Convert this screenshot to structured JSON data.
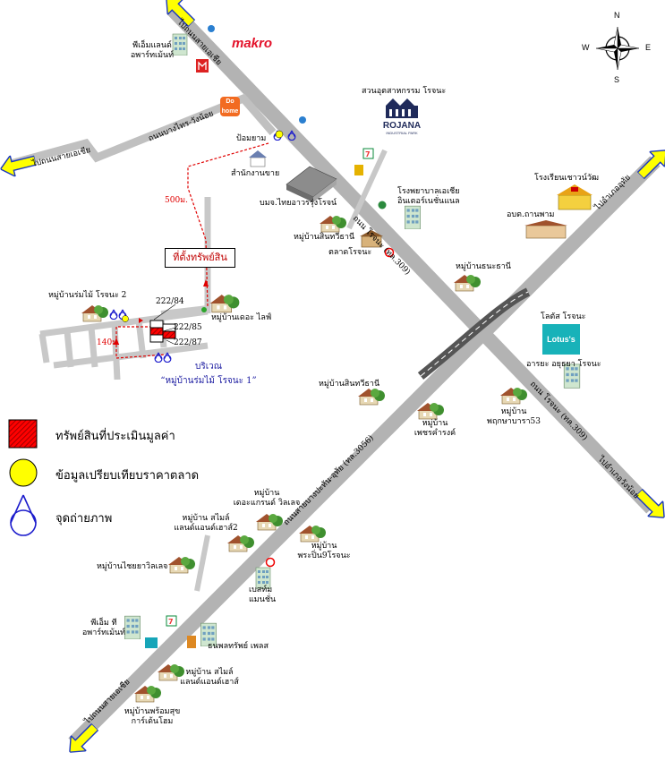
{
  "compass": {
    "n": "N",
    "s": "S",
    "e": "E",
    "w": "W"
  },
  "logos": {
    "makro": "makro",
    "dohome": "Do home",
    "rojana_name": "ROJANA",
    "rojana_sub": "INDUSTRIAL PARK",
    "lotus": "Lotus's"
  },
  "roads": {
    "rojana_upper": "ถนน โรจนะ (ทล.309)",
    "rojana_lower": "ถนน โรจนะ (ทล.309)",
    "bangpahan": "ถนนสายบางปะหัน-อุทัย (ทล.3056)",
    "ratchaphruek": "ถนนบางไทร-วังน้อย",
    "to_sena_top": "ไปถนนสายเอเชีย",
    "to_asia_left": "ไปถนนสายเอเชีย",
    "to_uthai": "ไปอำเภออุทัย",
    "to_wangnoi": "ไปอำเภอวังน้อย",
    "to_asia_bottom": "ไปถนนสายเอเชีย"
  },
  "places": {
    "pt_land": "พีเอ็มแลนด์\nอพาร์ทเม้นท์",
    "rojana_park": "สวนอุตสาหกรรม โรจนะ",
    "police": "ป้อมยาม",
    "sales_office": "สำนักงานขาย",
    "chaiyo_building": "บมจ.ไทยอาวรรุ่งโรจน์",
    "hospital": "โรงพยาบาลเอเชีย\nอินเตอร์เนชั่นแนล",
    "village_sinthawee1": "หมู่บ้านสินทวีธานี",
    "market": "ตลาดโรจนะ",
    "village_thanee": "หมู่บ้านธนะธานี",
    "school": "โรงเรียนเชาวน์วัฒ",
    "district_office": "อบต.ถานพาม",
    "lotus_name": "โลตัส โรจนะ",
    "aree": "อารยะ อยุธยา โรจนะ",
    "village_sinthawee2": "หมู่บ้านสินทวีธานี",
    "village_petch": "หมู่บ้าน\nเพชรคำรงค์",
    "village_pruksa": "หมู่บ้าน\nพฤกษาบารา53",
    "village_romsai2": "หมู่บ้านร่มไม้ โรจนะ 2",
    "village_dfife": "หมู่บ้านเดอะ ไลฟ์",
    "house_22284": "222/84",
    "house_22285": "222/85",
    "house_22287": "222/87",
    "area_label": "บริเวณ",
    "area_village": "“หมู่บ้านร่มไม้ โรจนะ 1”",
    "dist_500": "500ม.",
    "dist_140": "140ม.",
    "site": "ที่ตั้งทรัพย์สิน",
    "village_smile2": "หมู่บ้าน สไมล์\nแลนด์แอนด์เฮาส์2",
    "village_tarakorn": "หมู่บ้าน\nเดอะแกรนด์ วิลเลจ",
    "village_chaiyo": "หมู่บ้านไชยยาวิลเลจ",
    "village_prapin": "หมู่บ้าน\nพระปิ่น9โรจนะ",
    "bee_mansion": "เบสท์ม\nแมนชั่น",
    "pt_land2": "พีเอ็ม ที\nอพาร์ทเม้นท์",
    "tanapol": "ธนพลทรัพย์ เพลส",
    "village_smile": "หมู่บ้าน สไมล์\nแลนด์แอนด์เฮาส์",
    "village_prompt": "หมู่บ้านพร้อมสุข\nการ์เด้นโฮม"
  },
  "legend": [
    {
      "icon": "hatched-red-square-icon",
      "label": "ทรัพย์สินที่ประเมินมูลค่า",
      "color": "#e0000b"
    },
    {
      "icon": "yellow-circle-icon",
      "label": "ข้อมูลเปรียบเทียบราคาตลาด",
      "color": "#ffff00"
    },
    {
      "icon": "photo-point-icon",
      "label": "จุดถ่ายภาพ",
      "color": "#1c1ccc"
    }
  ],
  "colors": {
    "road": "#c0c0c0",
    "road_main": "#b3b3b3",
    "arrow": "#ffff00",
    "arrow_outline": "#1a37c0",
    "route": "#e00000",
    "site_text": "#c00000",
    "photo": "#1c1ccc",
    "area_text": "#1a1aa0"
  }
}
